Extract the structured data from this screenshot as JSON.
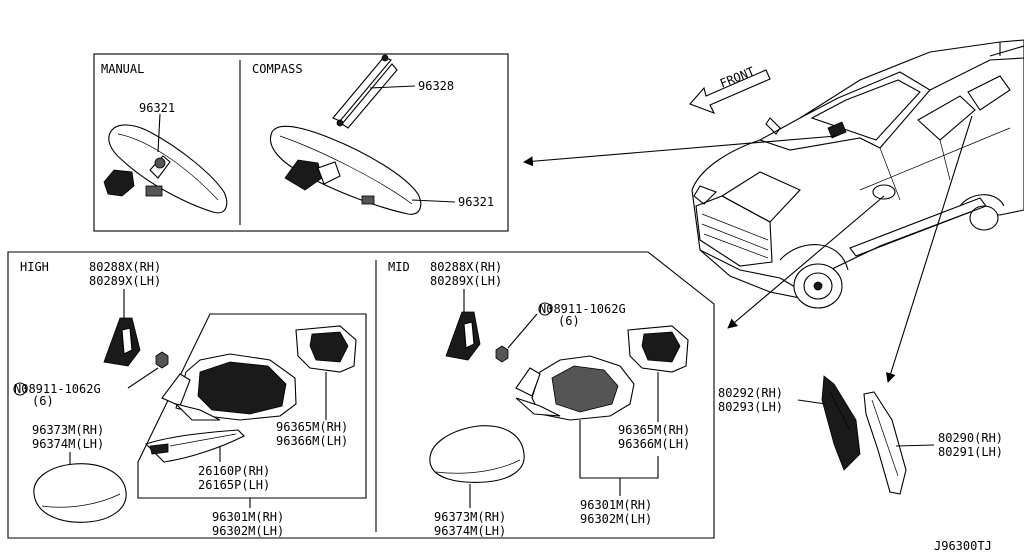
{
  "sections": {
    "manual": "MANUAL",
    "compass": "COMPASS",
    "high": "HIGH",
    "mid": "MID"
  },
  "labels": {
    "manual_mirror": "96321",
    "compass_bracket": "96328",
    "compass_mirror": "96321",
    "front_arrow": "FRONT",
    "high_cover_rh": "80288X(RH)",
    "high_cover_lh": "80289X(LH)",
    "high_nut": "N08911-1062G",
    "high_nut_qty": "(6)",
    "high_cap_rh": "96373M(RH)",
    "high_cap_lh": "96374M(LH)",
    "high_glass_rh": "96365M(RH)",
    "high_glass_lh": "96366M(LH)",
    "high_lamp_rh": "26160P(RH)",
    "high_lamp_lh": "26165P(LH)",
    "high_mirror_rh": "96301M(RH)",
    "high_mirror_lh": "96302M(LH)",
    "mid_cover_rh": "80288X(RH)",
    "mid_cover_lh": "80289X(LH)",
    "mid_nut": "N08911-1062G",
    "mid_nut_qty": "(6)",
    "mid_glass_rh": "96365M(RH)",
    "mid_glass_lh": "96366M(LH)",
    "mid_mirror_rh": "96301M(RH)",
    "mid_mirror_lh": "96302M(LH)",
    "mid_cap_rh": "96373M(RH)",
    "mid_cap_lh": "96374M(LH)",
    "finisher_a_rh": "80292(RH)",
    "finisher_a_lh": "80293(LH)",
    "finisher_b_rh": "80290(RH)",
    "finisher_b_lh": "80291(LH)",
    "drawing_code": "J96300TJ"
  }
}
